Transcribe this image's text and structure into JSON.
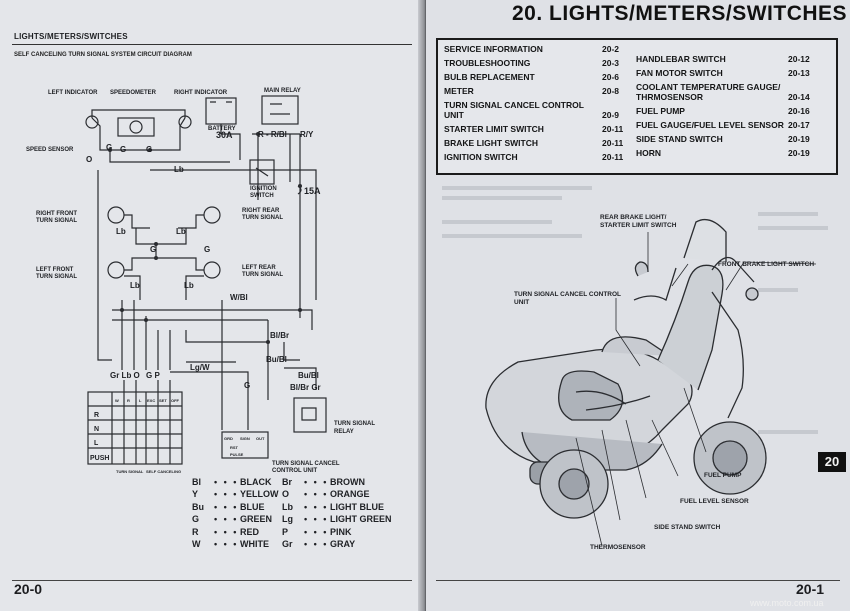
{
  "left_page": {
    "running_head": "LIGHTS/METERS/SWITCHES",
    "diagram_title": "SELF CANCELING TURN SIGNAL SYSTEM CIRCUIT DIAGRAM",
    "folio": "20-0",
    "labels": {
      "left_indicator": "LEFT INDICATOR",
      "speedometer": "SPEEDOMETER",
      "right_indicator": "RIGHT INDICATOR",
      "main_relay": "MAIN RELAY",
      "battery": "BATTERY",
      "fuse_30a": "30A",
      "speed_sensor": "SPEED SENSOR",
      "ignition_switch_1": "IGNITION",
      "ignition_switch_2": "SWITCH",
      "fuse_15a": "15A",
      "rf_turn_1": "RIGHT FRONT",
      "rf_turn_2": "TURN SIGNAL",
      "rr_turn_1": "RIGHT REAR",
      "rr_turn_2": "TURN SIGNAL",
      "lf_turn_1": "LEFT FRONT",
      "lf_turn_2": "TURN SIGNAL",
      "lr_turn_1": "LEFT REAR",
      "lr_turn_2": "TURN SIGNAL",
      "relay_1": "TURN SIGNAL",
      "relay_2": "RELAY",
      "cancel_unit_1": "TURN SIGNAL CANCEL",
      "cancel_unit_2": "CONTROL UNIT",
      "switch_r": "R",
      "switch_n": "N",
      "switch_l": "L",
      "switch_push": "PUSH",
      "switch_turn": "TURN SIGNAL",
      "switch_cancel": "SELF CANCELING",
      "sw_head": [
        "W",
        "R",
        "L",
        "EXC",
        "SET",
        "OFF"
      ],
      "cu_head": [
        "GRD",
        "SIGN",
        "OUT"
      ],
      "cu_foot": [
        "RST",
        "PULSE"
      ]
    },
    "wires": {
      "r_rbl": "R - R/Bl",
      "ry": "R/Y",
      "g1": "G",
      "g2": "G",
      "g_sensor": "G",
      "o_sensor": "O",
      "lb_top": "Lb",
      "lb_rf": "Lb",
      "lb_rr": "Lb",
      "g_front": "G",
      "g_rear": "G",
      "lb_lf": "Lb",
      "lb_lr": "Lb",
      "wbl": "W/Bl",
      "blbr": "Bl/Br",
      "bubl": "Bu/Bl",
      "bubl2": "Bu/Bl",
      "blbr_gr": "Bl/Br  Gr",
      "lgw": "Lg/W",
      "g_unit": "G",
      "grlb": "Gr Lb O",
      "gp": "G  P"
    },
    "legend_left": [
      {
        "code": "Bl",
        "name": "BLACK"
      },
      {
        "code": "Y",
        "name": "YELLOW"
      },
      {
        "code": "Bu",
        "name": "BLUE"
      },
      {
        "code": "G",
        "name": "GREEN"
      },
      {
        "code": "R",
        "name": "RED"
      },
      {
        "code": "W",
        "name": "WHITE"
      }
    ],
    "legend_right": [
      {
        "code": "Br",
        "name": "BROWN"
      },
      {
        "code": "O",
        "name": "ORANGE"
      },
      {
        "code": "Lb",
        "name": "LIGHT BLUE"
      },
      {
        "code": "Lg",
        "name": "LIGHT GREEN"
      },
      {
        "code": "P",
        "name": "PINK"
      },
      {
        "code": "Gr",
        "name": "GRAY"
      }
    ],
    "legend_dots": "• • •"
  },
  "right_page": {
    "chapter_title": "20. LIGHTS/METERS/SWITCHES",
    "contents_left": [
      {
        "title": "SERVICE INFORMATION",
        "page": "20-2"
      },
      {
        "title": "TROUBLESHOOTING",
        "page": "20-3"
      },
      {
        "title": "BULB REPLACEMENT",
        "page": "20-6"
      },
      {
        "title": "METER",
        "page": "20-8"
      },
      {
        "title": "TURN SIGNAL CANCEL CONTROL",
        "title2": "UNIT",
        "page": "20-9"
      },
      {
        "title": "STARTER LIMIT SWITCH",
        "page": "20-11"
      },
      {
        "title": "BRAKE LIGHT SWITCH",
        "page": "20-11"
      },
      {
        "title": "IGNITION SWITCH",
        "page": "20-11"
      }
    ],
    "contents_right": [
      {
        "title": "HANDLEBAR SWITCH",
        "page": "20-12"
      },
      {
        "title": "FAN MOTOR SWITCH",
        "page": "20-13"
      },
      {
        "title": "COOLANT TEMPERATURE GAUGE/",
        "title2": "THRMOSENSOR",
        "page": "20-14"
      },
      {
        "title": "FUEL PUMP",
        "page": "20-16"
      },
      {
        "title": "FUEL GAUGE/FUEL LEVEL SENSOR",
        "page": "20-17"
      },
      {
        "title": "SIDE STAND SWITCH",
        "page": "20-19"
      },
      {
        "title": "HORN",
        "page": "20-19"
      }
    ],
    "callouts": {
      "rear_brake_1": "REAR BRAKE LIGHT/",
      "rear_brake_2": "STARTER LIMIT SWITCH",
      "front_brake": "FRONT BRAKE LIGHT SWITCH",
      "cancel_1": "TURN SIGNAL CANCEL CONTROL",
      "cancel_2": "UNIT",
      "fuel_pump": "FUEL PUMP",
      "fuel_level": "FUEL LEVEL SENSOR",
      "side_stand": "SIDE STAND SWITCH",
      "thermosensor": "THERMOSENSOR"
    },
    "tab": "20",
    "folio": "20-1",
    "watermark": "www.moto.com.ua"
  }
}
